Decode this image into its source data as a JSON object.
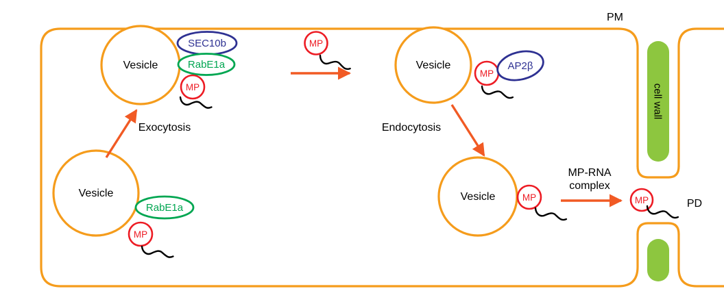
{
  "labels": {
    "pm": "PM",
    "pd": "PD",
    "cell_wall": "cell wall",
    "exocytosis": "Exocytosis",
    "endocytosis": "Endocytosis",
    "mp_rna_line1": "MP-RNA",
    "mp_rna_line2": "complex"
  },
  "vesicles": {
    "label": "Vesicle"
  },
  "proteins": {
    "sec10b": "SEC10b",
    "rabe1a": "RabE1a",
    "ap2beta": "AP2β",
    "mp": "MP"
  },
  "colors": {
    "membrane_orange": "#F59C1C",
    "arrow_orange": "#F15A24",
    "rab_green": "#00A651",
    "adaptor_blue": "#2E3192",
    "mp_red": "#ED1C24",
    "cell_wall_green": "#8DC63F",
    "rna_black": "#000000"
  }
}
